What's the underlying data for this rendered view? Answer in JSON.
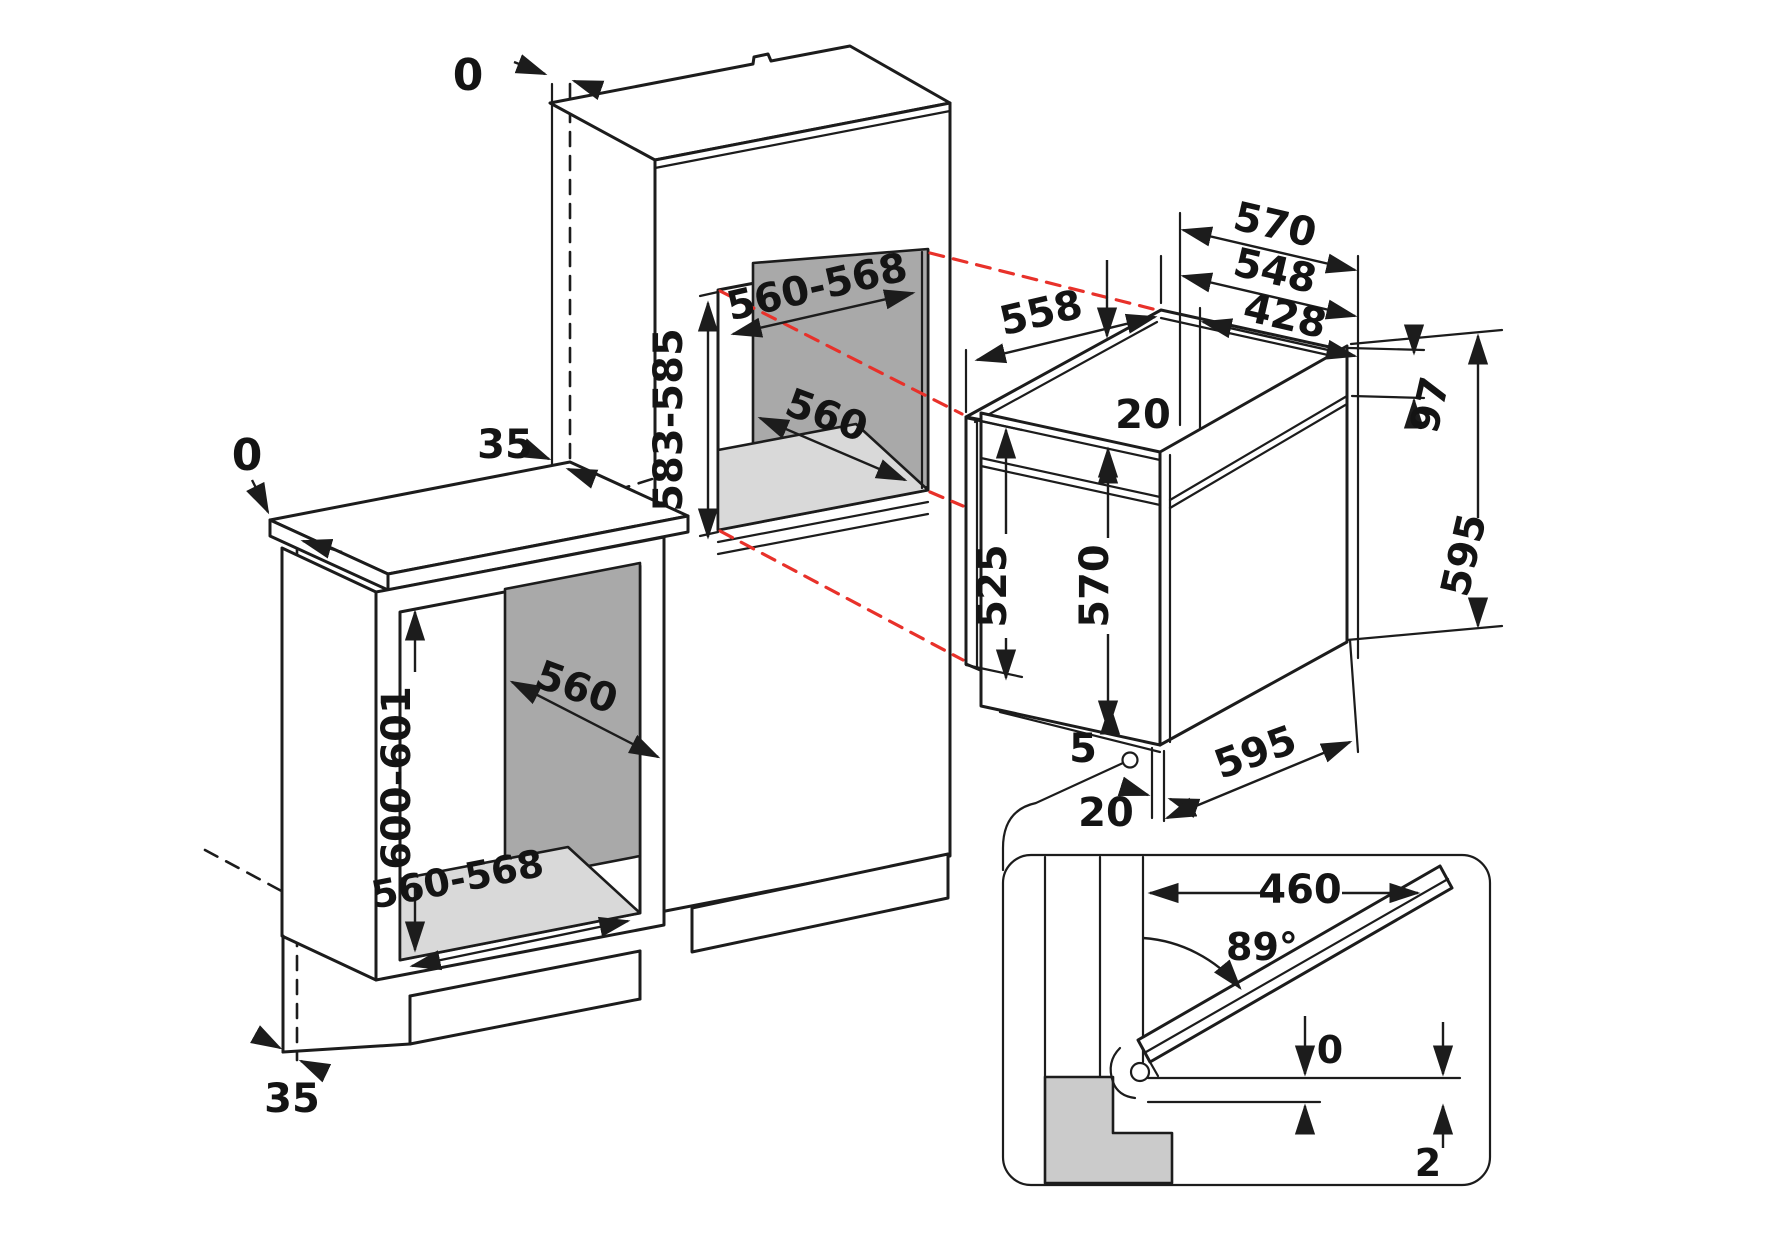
{
  "diagram": {
    "type": "appliance-installation-drawing",
    "colors": {
      "line": "#1c1c1c",
      "projection_line": "#e8312a",
      "niche_back_panel": "#a9a9a9",
      "niche_floor_panel": "#d9d9d9",
      "section_cut": "#cbcbcb",
      "background": "#ffffff"
    },
    "tall_cabinet": {
      "top_gap": "0",
      "niche_width": "560-568",
      "niche_height": "583-585",
      "rear_gap": "35",
      "niche_depth": "560"
    },
    "base_cabinet": {
      "top_gap": "0",
      "niche_depth": "560",
      "niche_height": "600-601",
      "niche_width": "560-568",
      "plinth_gap": "35"
    },
    "oven": {
      "depth_a": "570",
      "depth_b": "548",
      "depth_c": "428",
      "body_depth": "558",
      "top_edge": "20",
      "panel_height": "97",
      "body_height": "525",
      "front_height": "570",
      "total_height": "595",
      "door_gap": "5",
      "bottom_gap": "20",
      "total_width": "595"
    },
    "detail": {
      "door_width": "460",
      "open_angle": "89°",
      "gap_top": "0",
      "gap_bottom": "2"
    }
  }
}
